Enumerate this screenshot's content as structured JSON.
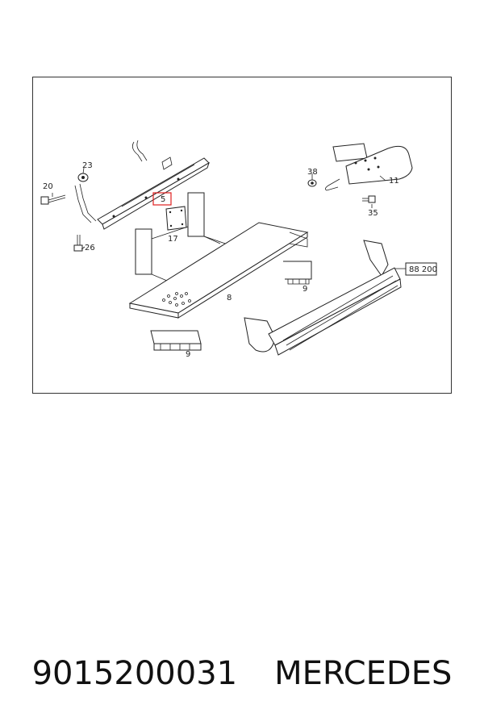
{
  "diagram": {
    "callouts": {
      "c20": "20",
      "c23": "23",
      "c26": "26",
      "c5": "5",
      "c17": "17",
      "c8": "8",
      "c9a": "9",
      "c9b": "9",
      "c38": "38",
      "c11": "11",
      "c35": "35",
      "ref": "88 200"
    },
    "highlight_color": "#e02020",
    "line_color": "#222222"
  },
  "caption": {
    "part_number": "9015200031",
    "brand": "MERCEDES"
  }
}
